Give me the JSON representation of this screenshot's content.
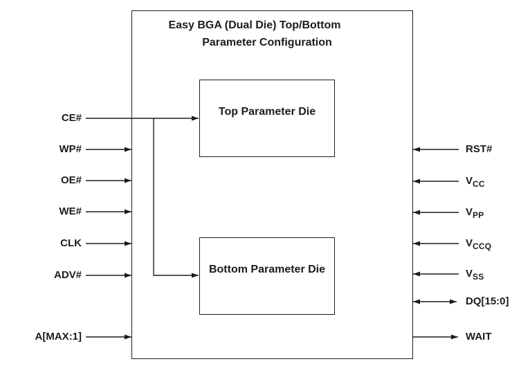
{
  "diagram": {
    "title": {
      "line1": "Easy BGA (Dual Die) Top/Bottom",
      "line2": "Parameter Configuration"
    },
    "blocks": {
      "top_die": "Top Parameter Die",
      "bottom_die": "Bottom Parameter Die"
    },
    "left_signals": [
      {
        "label": "CE#",
        "direction": "input",
        "targets": [
          "top-parameter-die",
          "bottom-parameter-die"
        ]
      },
      {
        "label": "WP#",
        "direction": "input"
      },
      {
        "label": "OE#",
        "direction": "input"
      },
      {
        "label": "WE#",
        "direction": "input"
      },
      {
        "label": "CLK",
        "direction": "input"
      },
      {
        "label": "ADV#",
        "direction": "input"
      },
      {
        "label": "A[MAX:1]",
        "direction": "input"
      }
    ],
    "right_signals": [
      {
        "base": "RST#",
        "sub": "",
        "direction": "input"
      },
      {
        "base": "V",
        "sub": "CC",
        "direction": "input"
      },
      {
        "base": "V",
        "sub": "PP",
        "direction": "input"
      },
      {
        "base": "V",
        "sub": "CCQ",
        "direction": "input"
      },
      {
        "base": "V",
        "sub": "SS",
        "direction": "input"
      },
      {
        "base": "DQ[15:0]",
        "sub": "",
        "direction": "bidirectional"
      },
      {
        "base": "WAIT",
        "sub": "",
        "direction": "output"
      }
    ],
    "colors": {
      "line": "#1c1c1c",
      "text": "#1c1c1c",
      "background": "#ffffff"
    }
  }
}
